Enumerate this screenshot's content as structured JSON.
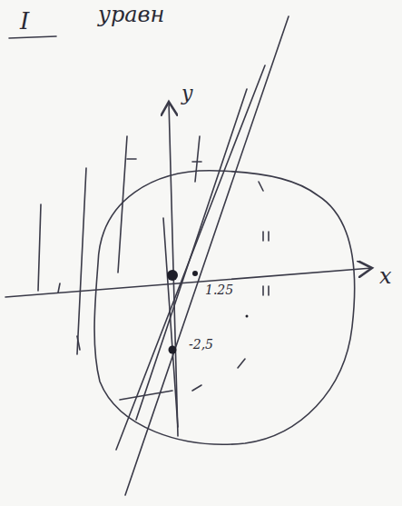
{
  "diagram": {
    "labels": [
      "I",
      "уравн",
      "y",
      "x",
      "1.25",
      "-2,5"
    ]
  }
}
